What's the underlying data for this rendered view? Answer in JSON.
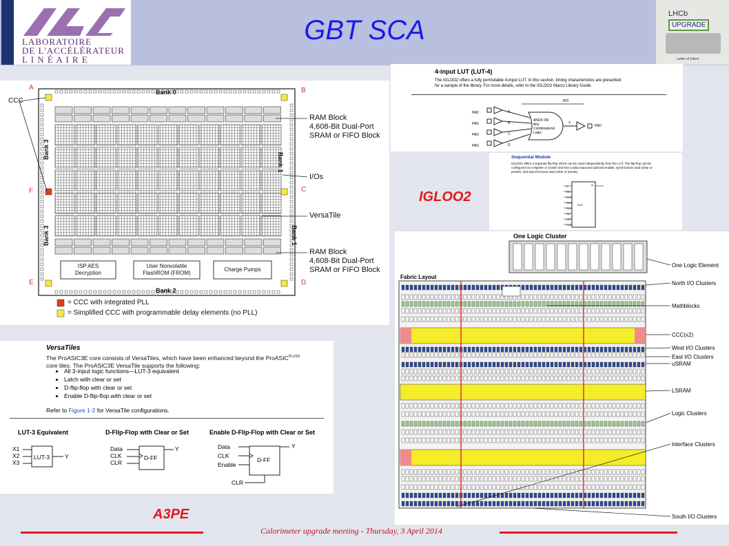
{
  "header": {
    "title": "GBT SCA",
    "lal_logo_text": [
      "LABORATOIRE",
      "DE L'ACCÉLÉRATEUR",
      "L I N É A I R E"
    ],
    "lhcb_logo_text": [
      "LHCb",
      "UPGRADE",
      "Letter of Intent"
    ]
  },
  "a3pe": {
    "label": "A3PE",
    "corners": [
      "A",
      "B",
      "C",
      "D",
      "E",
      "F"
    ],
    "ccc": "CCC",
    "banks": [
      "Bank 0",
      "Bank 1",
      "Bank 1",
      "Bank 2",
      "Bank 3",
      "Bank 3"
    ],
    "ram_block": [
      "RAM Block",
      "4,608-Bit Dual-Port",
      "SRAM or FIFO Block"
    ],
    "ios": "I/Os",
    "versatile": "VersaTile",
    "blocks": [
      "ISP AES",
      "Decryption",
      "User Nonvolatile",
      "FlashROM (FROM)",
      "Charge Pumps"
    ],
    "legend": [
      {
        "color": "#e53a1e",
        "text": "= CCC with integrated PLL"
      },
      {
        "color": "#f4ea3c",
        "text": "= Simplified CCC with programmable delay elements (no PLL)"
      }
    ],
    "versatiles_title": "VersaTiles",
    "versatiles_text": [
      "The ProASIC3E core consists of VersaTiles, which have been enhanced beyond the ProASIC",
      "core tiles. The ProASIC3E VersaTile supports the following:"
    ],
    "plus_sup": "PLUS®",
    "bullets": [
      "All 3-input logic functions—LUT-3 equivalent",
      "Latch with clear or set",
      "D-flip-flop with clear or set",
      "Enable D-flip-flop with clear or set"
    ],
    "refer": "Refer to",
    "refer_link": "Figure 1-2",
    "refer_tail": "for VersaTile configurations.",
    "diagrams": {
      "lut_title": "LUT-3 Equivalent",
      "lut_inputs": [
        "X1",
        "X2",
        "X3"
      ],
      "lut_box": "LUT-3",
      "lut_out": "Y",
      "dff_title": "D-Flip-Flop with Clear or Set",
      "dff_inputs": [
        "Data",
        "CLK",
        "CLR"
      ],
      "dff_box": "D-FF",
      "dff_out": "Y",
      "edff_title": "Enable D-Flip-Flop with Clear or Set",
      "edff_inputs": [
        "Data",
        "CLK",
        "Enable",
        "CLR"
      ],
      "edff_box": "D-FF",
      "edff_out": "Y"
    }
  },
  "igloo2": {
    "label": "IGLOO2",
    "lut_title": "4-input LUT (LUT-4)",
    "lut_text": [
      "The IGLOO2 offers a fully permutable 4-input LUT. In this section, timing characteristics are presented",
      "for a sample of the library. For more details, refer to the IGLOO2 Macro Library Guide."
    ],
    "pad": "PAD",
    "gate_text": [
      "AND4 OR",
      "Any",
      "Combinatorial",
      "Logic"
    ],
    "inputs": [
      "A",
      "B",
      "C",
      "D"
    ],
    "y": "Y",
    "tpd": "tPD",
    "seq_title": "Sequential Module",
    "seq_text": [
      "IGLOO2 offers a separate flip-flop which can be used independently from the LUT. The flip-flop can be",
      "configured as a register or a latch and has a data input and optional enable, synchronous load (clear or",
      "preset), and asynchronous load (clear or preset)."
    ],
    "seq_pins": [
      "D",
      "EN",
      "ALn",
      "ADn",
      "SLn",
      "SD",
      "LAT",
      "CLK"
    ],
    "seq_out": "Q",
    "seq_box": "SLE",
    "logic_cluster_title": "One Logic Cluster",
    "logic_element": "Logic Element",
    "fabric_title": "Fabric Layout",
    "callouts": [
      "One Logic Element",
      "North I/O Clusters",
      "Mathblocks",
      "CCC(x2)",
      "West I/O Clusters",
      "East I/O Clusters",
      "uSRAM",
      "LSRAM",
      "Logic Clusters",
      "Interface Clusters",
      "South I/O Clusters"
    ]
  },
  "footer": {
    "text": "Calorimeter upgrade meeting - Thursday, 3 April 2014",
    "line_color": "#e01919"
  }
}
